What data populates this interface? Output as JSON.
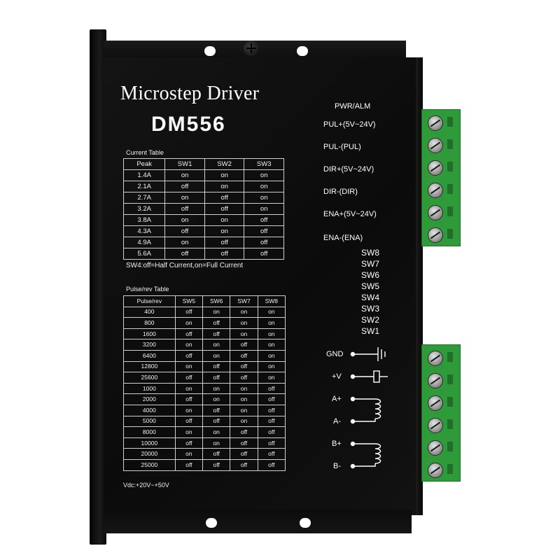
{
  "device": {
    "title": "Microstep Driver",
    "model": "DM556"
  },
  "current_table": {
    "caption": "Current Table",
    "headers": [
      "Peak",
      "SW1",
      "SW2",
      "SW3"
    ],
    "rows": [
      [
        "1.4A",
        "on",
        "on",
        "on"
      ],
      [
        "2.1A",
        "off",
        "on",
        "on"
      ],
      [
        "2.7A",
        "on",
        "off",
        "on"
      ],
      [
        "3.2A",
        "off",
        "off",
        "on"
      ],
      [
        "3.8A",
        "on",
        "on",
        "off"
      ],
      [
        "4.3A",
        "off",
        "on",
        "off"
      ],
      [
        "4.9A",
        "on",
        "off",
        "off"
      ],
      [
        "5.6A",
        "off",
        "off",
        "off"
      ]
    ],
    "note": "SW4:off=Half Current,on=Full Current"
  },
  "pulse_table": {
    "caption": "Pulse/rev Table",
    "headers": [
      "Pulse/rev",
      "SW5",
      "SW6",
      "SW7",
      "SW8"
    ],
    "rows": [
      [
        "400",
        "off",
        "on",
        "on",
        "on"
      ],
      [
        "800",
        "on",
        "off",
        "on",
        "on"
      ],
      [
        "1600",
        "off",
        "off",
        "on",
        "on"
      ],
      [
        "3200",
        "on",
        "on",
        "off",
        "on"
      ],
      [
        "6400",
        "off",
        "on",
        "off",
        "on"
      ],
      [
        "12800",
        "on",
        "off",
        "off",
        "on"
      ],
      [
        "25600",
        "off",
        "off",
        "off",
        "on"
      ],
      [
        "1000",
        "on",
        "on",
        "on",
        "off"
      ],
      [
        "2000",
        "off",
        "on",
        "on",
        "off"
      ],
      [
        "4000",
        "on",
        "off",
        "on",
        "off"
      ],
      [
        "5000",
        "off",
        "off",
        "on",
        "off"
      ],
      [
        "8000",
        "on",
        "on",
        "off",
        "off"
      ],
      [
        "10000",
        "off",
        "on",
        "off",
        "off"
      ],
      [
        "20000",
        "on",
        "off",
        "off",
        "off"
      ],
      [
        "25000",
        "off",
        "off",
        "off",
        "off"
      ]
    ],
    "note": "Vdc:+20V~+50V"
  },
  "signal_labels": {
    "pwr_alm": "PWR/ALM",
    "pul_plus": "PUL+(5V~24V)",
    "pul_minus": "PUL-(PUL)",
    "dir_plus": "DIR+(5V~24V)",
    "dir_minus": "DIR-(DIR)",
    "ena_plus": "ENA+(5V~24V)",
    "ena_minus": "ENA-(ENA)"
  },
  "switch_labels": [
    "SW8",
    "SW7",
    "SW6",
    "SW5",
    "SW4",
    "SW3",
    "SW2",
    "SW1"
  ],
  "power_labels": {
    "gnd": "GND",
    "vplus": "+V",
    "a_plus": "A+",
    "a_minus": "A-",
    "b_plus": "B+",
    "b_minus": "B-"
  },
  "colors": {
    "body": "#0e0e0e",
    "terminal": "#2f9a3a",
    "text": "#ffffff"
  }
}
